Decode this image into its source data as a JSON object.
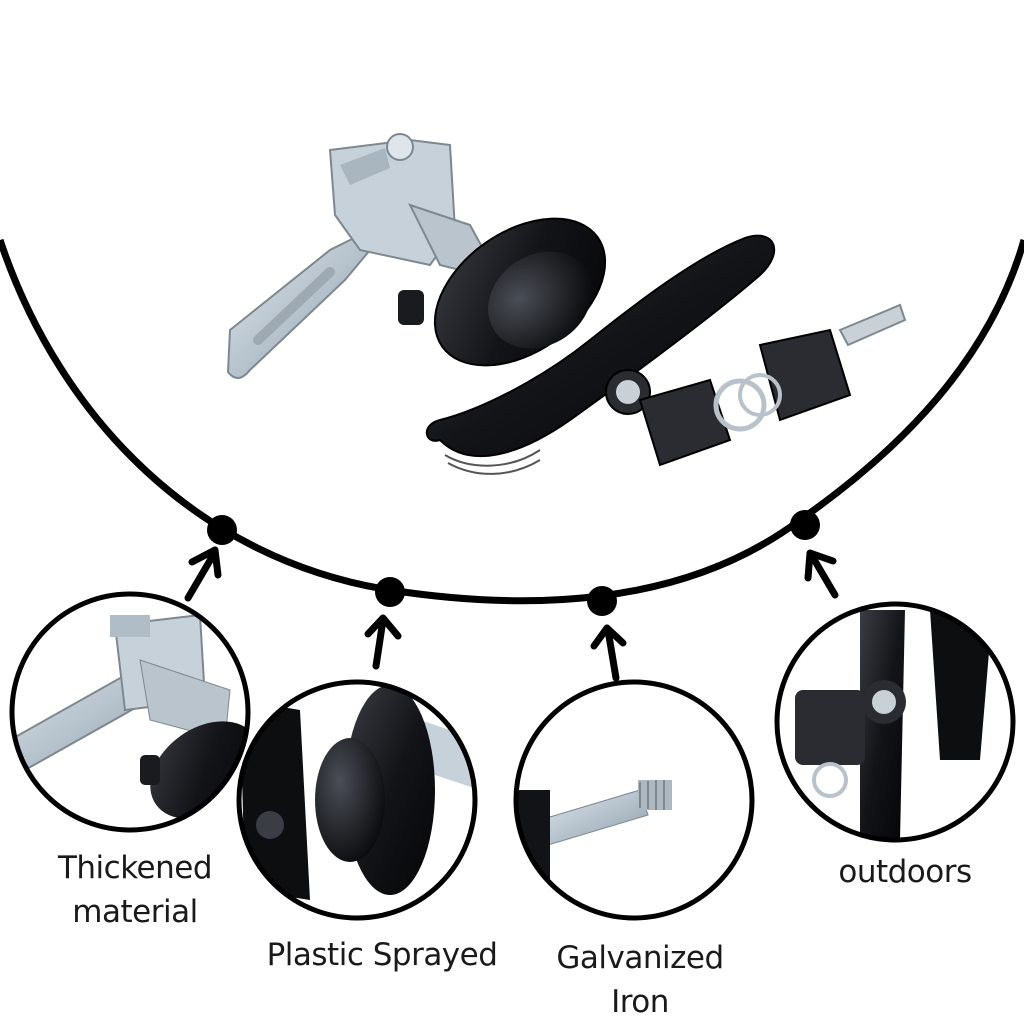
{
  "features": [
    {
      "id": "thickened",
      "lines": [
        "Thickened",
        "material"
      ]
    },
    {
      "id": "plastic",
      "lines": [
        "Plastic Sprayed"
      ]
    },
    {
      "id": "galvanized",
      "lines": [
        "Galvanized",
        "Iron"
      ]
    },
    {
      "id": "outdoors",
      "lines": [
        "outdoors"
      ]
    }
  ],
  "colors": {
    "handle": "#121316",
    "steel": "#c9d3db",
    "steel_dark": "#8e9aa5",
    "line": "#000000",
    "background": "#ffffff"
  },
  "icons": [
    "t-handle-lock-icon",
    "key-icon",
    "arrow-up-icon",
    "bolt-icon"
  ]
}
